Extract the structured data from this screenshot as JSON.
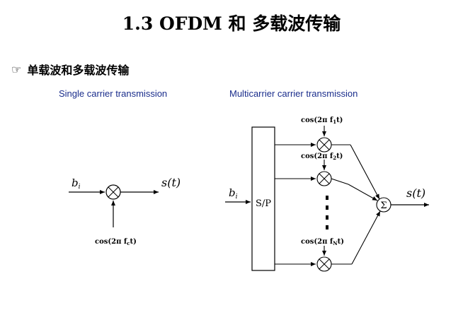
{
  "title": "1.3 OFDM 和 多载波传输",
  "bullet": {
    "icon": "pointing-hand-icon",
    "text": "单载波和多载波传输"
  },
  "single": {
    "caption": "Single carrier transmission",
    "input_label": "b",
    "input_sub": "i",
    "output_label": "s(t)",
    "carrier_label": "cos(2π f",
    "carrier_sub": "c",
    "carrier_end": "t)"
  },
  "multi": {
    "caption": "Multicarrier carrier transmission",
    "input_label": "b",
    "input_sub": "i",
    "sp_label": "S/P",
    "sum_label": "Σ",
    "output_label": "s(t)",
    "carriers": [
      {
        "pre": "cos(2π f",
        "sub": "1",
        "post": "t)"
      },
      {
        "pre": "cos(2π f",
        "sub": "2",
        "post": "t)"
      },
      {
        "pre": "cos(2π f",
        "sub": "N",
        "post": "t)"
      }
    ]
  }
}
